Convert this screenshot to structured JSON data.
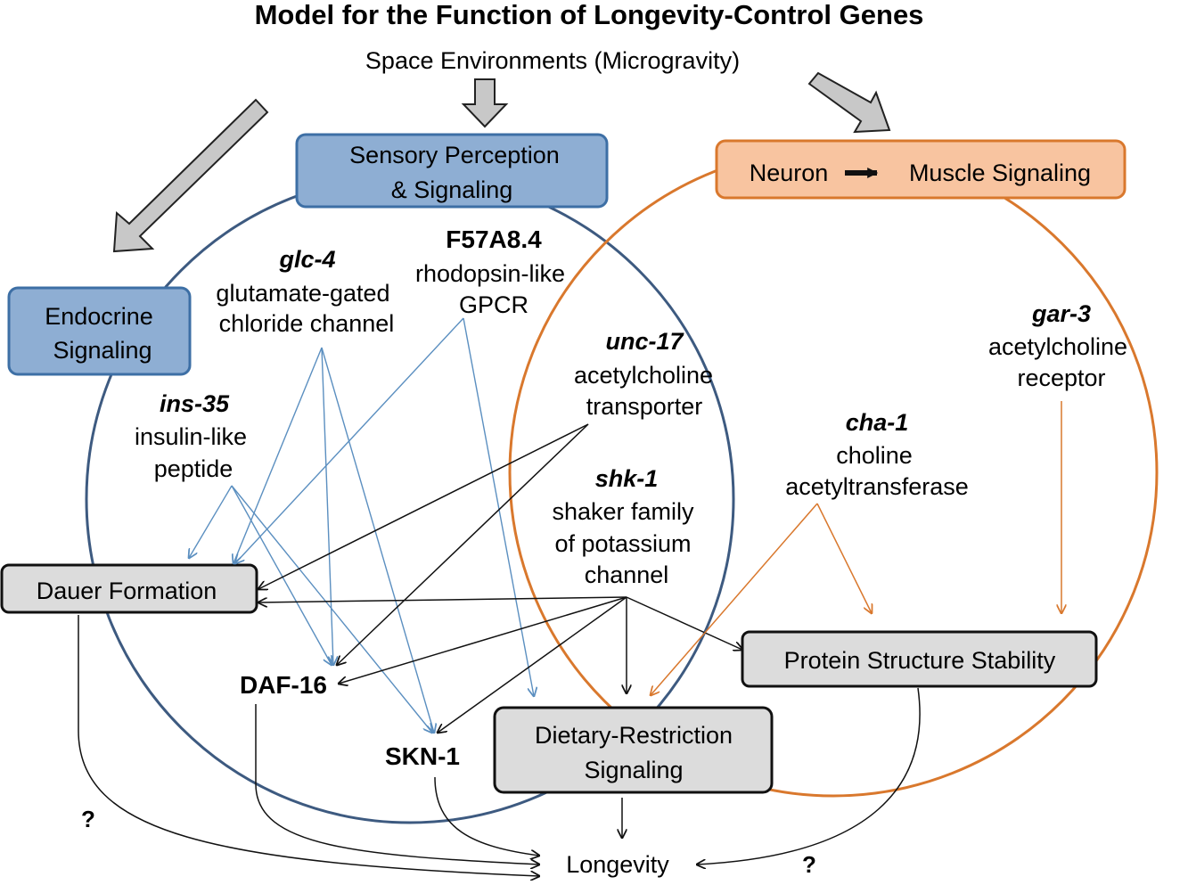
{
  "title": "Model for the Function of Longevity-Control Genes",
  "environment": "Space Environments (Microgravity)",
  "boxes": {
    "sensory_line1": "Sensory Perception",
    "sensory_line2": "& Signaling",
    "neuron_left": "Neuron",
    "neuron_right": "Muscle Signaling",
    "endocrine_line1": "Endocrine",
    "endocrine_line2": "Signaling",
    "dauer": "Dauer Formation",
    "protein": "Protein Structure Stability",
    "dietary_line1": "Dietary-Restriction",
    "dietary_line2": "Signaling"
  },
  "genes": {
    "glc4": {
      "name": "glc-4",
      "desc1": "glutamate-gated",
      "desc2": "chloride channel"
    },
    "f57a84": {
      "name": "F57A8.4",
      "desc1": "rhodopsin-like",
      "desc2": "GPCR"
    },
    "ins35": {
      "name": "ins-35",
      "desc1": "insulin-like",
      "desc2": "peptide"
    },
    "unc17": {
      "name": "unc-17",
      "desc1": "acetylcholine",
      "desc2": "transporter"
    },
    "shk1": {
      "name": "shk-1",
      "desc1": "shaker family",
      "desc2": "of potassium",
      "desc3": "channel"
    },
    "cha1": {
      "name": "cha-1",
      "desc1": "choline",
      "desc2": "acetyltransferase"
    },
    "gar3": {
      "name": "gar-3",
      "desc1": "acetylcholine",
      "desc2": "receptor"
    }
  },
  "nodes": {
    "daf16": "DAF-16",
    "skn1": "SKN-1",
    "longevity": "Longevity",
    "question_left": "?",
    "question_right": "?"
  },
  "colors": {
    "blue_circle": "#3d5a80",
    "orange_circle": "#d9782d",
    "blue_box_fill": "#8eaed3",
    "blue_box_stroke": "#3d6fa5",
    "orange_box_fill": "#f8c4a0",
    "gray_box_fill": "#dcdcdc",
    "blue_arrow": "#5b8fc0",
    "orange_arrow": "#d9782d",
    "gray_arrow": "#c8c8c8"
  }
}
